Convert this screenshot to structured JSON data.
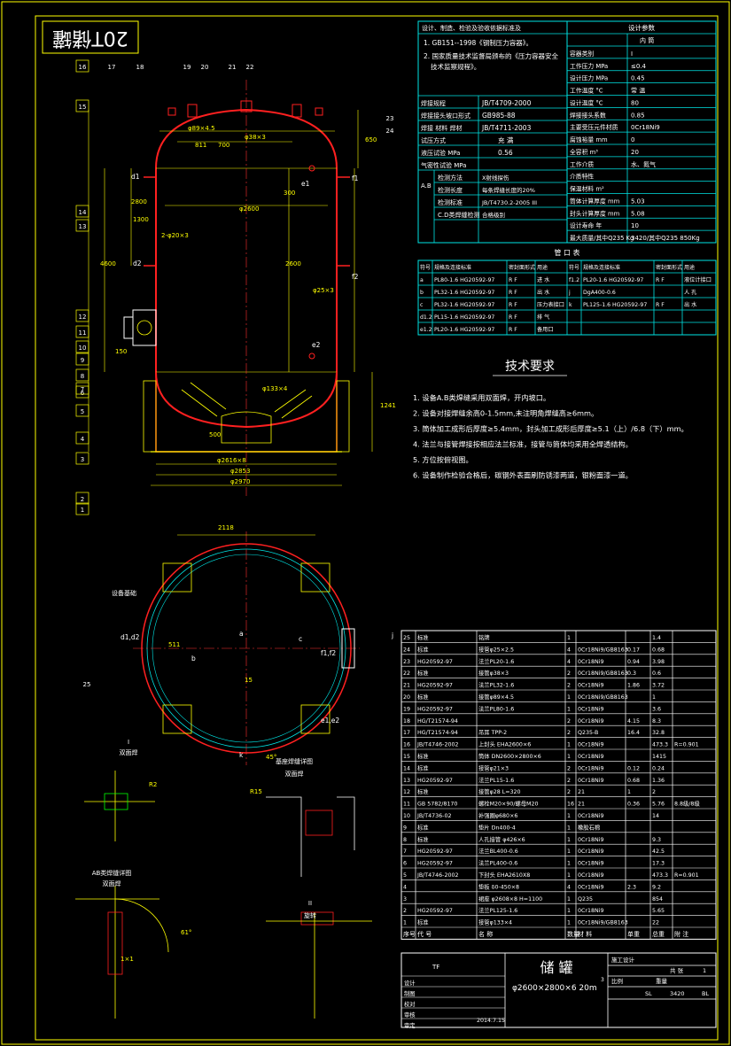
{
  "stamp": "20T储罐",
  "tech_requirements": {
    "title": "技术要求",
    "items": [
      "1. 设备A.B类焊缝采用双面焊，开内坡口。",
      "2. 设备对接焊缝余高0-1.5mm,未注明角焊缝高≥6mm。",
      "3. 筒体加工成形后厚度≥5.4mm，封头加工成形后厚度≥5.1（上）/6.8（下）mm。",
      "4. 法兰与接管焊接按相应法兰标准，接管与筒体均采用全焊透结构。",
      "5. 方位按俯视图。",
      "6. 设备制作检验合格后，碳钢外表面刷防锈漆两道，银粉面漆一道。"
    ]
  },
  "spec_notes": {
    "header": "设计、制造、检验及验收依据标准及",
    "line1": "1. GB151--1998《钢制压力容器》。",
    "line2": "2. 国家质量技术监督局颁布的《压力容器安全技术监察规程》。",
    "rows": [
      [
        "焊接规程",
        "JB/T4709-2000"
      ],
      [
        "焊接接头坡口形式",
        "GB985-88"
      ],
      [
        "焊接 材料 焊材",
        "JB/T4711-2003"
      ]
    ],
    "test_rows": [
      [
        "试压方式",
        "充 满"
      ],
      [
        "液压试验 MPa",
        "0.56"
      ],
      [
        "气密性试验 MPa",
        ""
      ]
    ],
    "ndt_rows": [
      [
        "检测方法",
        "X射线探伤"
      ],
      [
        "检测长度",
        "每条焊缝长度的20%"
      ],
      [
        "检测标准",
        "JB/T4730.2-2005 III"
      ],
      [
        "C.D类焊缝检测",
        "合格级别"
      ]
    ]
  },
  "design_data": {
    "title": "设计参数",
    "col_head": "内  筒",
    "rows": [
      [
        "容器类别",
        "I"
      ],
      [
        "工作压力 MPa",
        "≤0.4"
      ],
      [
        "设计压力 MPa",
        "0.45"
      ],
      [
        "工作温度 °C",
        "常  温"
      ],
      [
        "设计温度 °C",
        "80"
      ],
      [
        "焊接接头系数",
        "0.85"
      ],
      [
        "主要受压元件材质",
        "0Cr18Ni9"
      ],
      [
        "腐蚀裕量 mm",
        "0"
      ],
      [
        "全容积 m³",
        "20"
      ],
      [
        "工作介质",
        "水、氮气"
      ],
      [
        "介质特性",
        ""
      ],
      [
        "保温材料 m²",
        ""
      ],
      [
        "筒体计算厚度 mm",
        "5.03"
      ],
      [
        "封头计算厚度 mm",
        "5.08"
      ],
      [
        "设计寿命 年",
        "10"
      ],
      [
        "最大质量/其中Q235 Kg",
        "3420/其中Q235 850Kg"
      ]
    ]
  },
  "nozzle_table": {
    "title": "管 口 表",
    "headers": [
      "符号",
      "规格及连接标准",
      "密封面形式",
      "用途",
      "符号",
      "规格及连接标准",
      "密封面形式",
      "用途"
    ],
    "rows": [
      [
        "a",
        "PL80-1.6 HG20592-97",
        "R F",
        "进 水",
        "f1.2",
        "PL20-1.6 HG20592-97",
        "R F",
        "液位计接口"
      ],
      [
        "b",
        "PL32-1.6 HG20592-97",
        "R F",
        "出 水",
        "j",
        "DgA400-0.6",
        "",
        "人 孔"
      ],
      [
        "c",
        "PL32-1.6 HG20592-97",
        "R F",
        "压力表接口",
        "k",
        "PL125-1.6 HG20592-97",
        "R F",
        "出 水"
      ],
      [
        "d1.2",
        "PL15-1.6 HG20592-97",
        "R F",
        "排 气",
        "",
        "",
        "",
        ""
      ],
      [
        "e1.2",
        "PL20-1.6 HG20592-97",
        "R F",
        "备用口",
        "",
        "",
        "",
        ""
      ]
    ]
  },
  "bom": {
    "headers": [
      "序号",
      "代  号",
      "名  称",
      "数量",
      "材  料",
      "单重",
      "总重",
      "附  注"
    ],
    "rows": [
      [
        "25",
        "标准",
        "铭牌",
        "1",
        "",
        "",
        "1.4",
        ""
      ],
      [
        "24",
        "标准",
        "接管φ25×2.5",
        "4",
        "0Cr18Ni9/GB8163",
        "0.17",
        "0.68",
        ""
      ],
      [
        "23",
        "HG20592-97",
        "法兰PL20-1.6",
        "4",
        "0Cr18Ni9",
        "0.94",
        "3.98",
        ""
      ],
      [
        "22",
        "标准",
        "接管φ38×3",
        "2",
        "0Cr18Ni9/GB8163",
        "0.3",
        "0.6",
        ""
      ],
      [
        "21",
        "HG20592-97",
        "法兰PL32-1.6",
        "2",
        "0Cr18Ni9",
        "1.86",
        "3.72",
        ""
      ],
      [
        "20",
        "标准",
        "接管φ89×4.5",
        "1",
        "0Cr18Ni9/GB8163",
        "",
        "1",
        ""
      ],
      [
        "19",
        "HG20592-97",
        "法兰PL80-1.6",
        "1",
        "0Cr18Ni9",
        "",
        "3.6",
        ""
      ],
      [
        "18",
        "HG/T21574-94",
        "",
        "2",
        "0Cr18Ni9",
        "4.15",
        "8.3",
        ""
      ],
      [
        "17",
        "HG/T21574-94",
        "吊耳 TPP-2",
        "2",
        "Q235-B",
        "16.4",
        "32.8",
        ""
      ],
      [
        "16",
        "JB/T4746-2002",
        "上封头 EHA2600×6",
        "1",
        "0Cr18Ni9",
        "",
        "473.3",
        "R=0.901"
      ],
      [
        "15",
        "标准",
        "筒体 DN2600×2800×6",
        "1",
        "0Cr18Ni9",
        "",
        "1415",
        ""
      ],
      [
        "14",
        "标准",
        "接管φ21×3",
        "2",
        "0Cr18Ni9",
        "0.12",
        "0.24",
        ""
      ],
      [
        "13",
        "HG20592-97",
        "法兰PL15-1.6",
        "2",
        "0Cr18Ni9",
        "0.68",
        "1.36",
        ""
      ],
      [
        "12",
        "标准",
        "接管φ28 L=320",
        "2",
        "21",
        "1",
        "2",
        ""
      ],
      [
        "11",
        "GB 5782/8170",
        "螺栓M20×90/螺母M20",
        "16",
        "21",
        "0.36",
        "5.76",
        "8.8级/8级"
      ],
      [
        "10",
        "JB/T4736-02",
        "补强圈φ680×6",
        "1",
        "0Cr18Ni9",
        "",
        "14",
        ""
      ],
      [
        "9",
        "标准",
        "垫片 Dn400-4",
        "1",
        "橡胶石棉",
        "",
        "",
        ""
      ],
      [
        "8",
        "标准",
        "人孔接管 φ426×6",
        "1",
        "0Cr18Ni9",
        "",
        "9.3",
        ""
      ],
      [
        "7",
        "HG20592-97",
        "法兰BL400-0.6",
        "1",
        "0Cr18Ni9",
        "",
        "42.5",
        ""
      ],
      [
        "6",
        "HG20592-97",
        "法兰PL400-0.6",
        "1",
        "0Cr18Ni9",
        "",
        "17.3",
        ""
      ],
      [
        "5",
        "JB/T4746-2002",
        "下封头 EHA2610X8",
        "1",
        "0Cr18Ni9",
        "",
        "473.3",
        "R=0.901"
      ],
      [
        "4",
        "",
        "垫板 δ0-450×8",
        "4",
        "0Cr18Ni9",
        "2.3",
        "9.2",
        ""
      ],
      [
        "3",
        "",
        "裙座 φ2608×8 H=1100",
        "1",
        "Q235",
        "",
        "854",
        ""
      ],
      [
        "2",
        "HG20592-97",
        "法兰PL125-1.6",
        "1",
        "0Cr18Ni9",
        "",
        "5.65",
        ""
      ],
      [
        "1",
        "标准",
        "接管φ133×4",
        "1",
        "0Cr18Ni9/GB8163",
        "",
        "22",
        ""
      ]
    ]
  },
  "title_block": {
    "name": "储    罐",
    "spec": "φ2600×2800×6  20m",
    "cube": "3",
    "tf": "TF",
    "stage": "施工设计",
    "sheet_label": "共  张",
    "sheet_no": "1",
    "scale_label": "比例",
    "weight_label": "重量",
    "weight": "3420",
    "scale": "SL",
    "unit": "BL",
    "sig_rows": [
      "设计",
      "制图",
      "校对",
      "审核",
      "审定"
    ],
    "date": "2014.7.15"
  },
  "drawing_labels": {
    "views": [
      "I",
      "双面焊",
      "AB类焊缝详图",
      "双面焊",
      "基座焊缝详图",
      "双面焊",
      "II",
      "旋转"
    ],
    "dims": [
      "φ2600",
      "φ2616×8",
      "φ2853",
      "φ2970",
      "φ133×4",
      "φ89×4.5",
      "φ38×3",
      "φ25×3",
      "2-φ20×3",
      "4600",
      "2800",
      "2600",
      "1300",
      "1241",
      "500",
      "300",
      "700",
      "811",
      "650",
      "2118",
      "R15",
      "R2",
      "45°",
      "61°",
      "150",
      "15",
      "511",
      "1×1"
    ],
    "nozzles": [
      "a",
      "b",
      "c",
      "d1",
      "d2",
      "e1",
      "e2",
      "f1",
      "f2",
      "j",
      "k",
      "d1,d2",
      "f1,f2",
      "e1,e2"
    ],
    "support": "设备基础",
    "callouts": [
      "1",
      "2",
      "3",
      "4",
      "5",
      "6",
      "7",
      "8",
      "9",
      "10",
      "11",
      "12",
      "13",
      "14",
      "15",
      "16",
      "17",
      "18",
      "19",
      "20",
      "21",
      "22",
      "23",
      "24",
      "25"
    ]
  },
  "colors": {
    "background": "#000000",
    "frame": "#ffff00",
    "vessel": "#ff2020",
    "dimension": "#ffff00",
    "table_line": "#00e5e5",
    "text": "#ffffff",
    "center_line": "#ff3030",
    "green": "#00ff00"
  }
}
